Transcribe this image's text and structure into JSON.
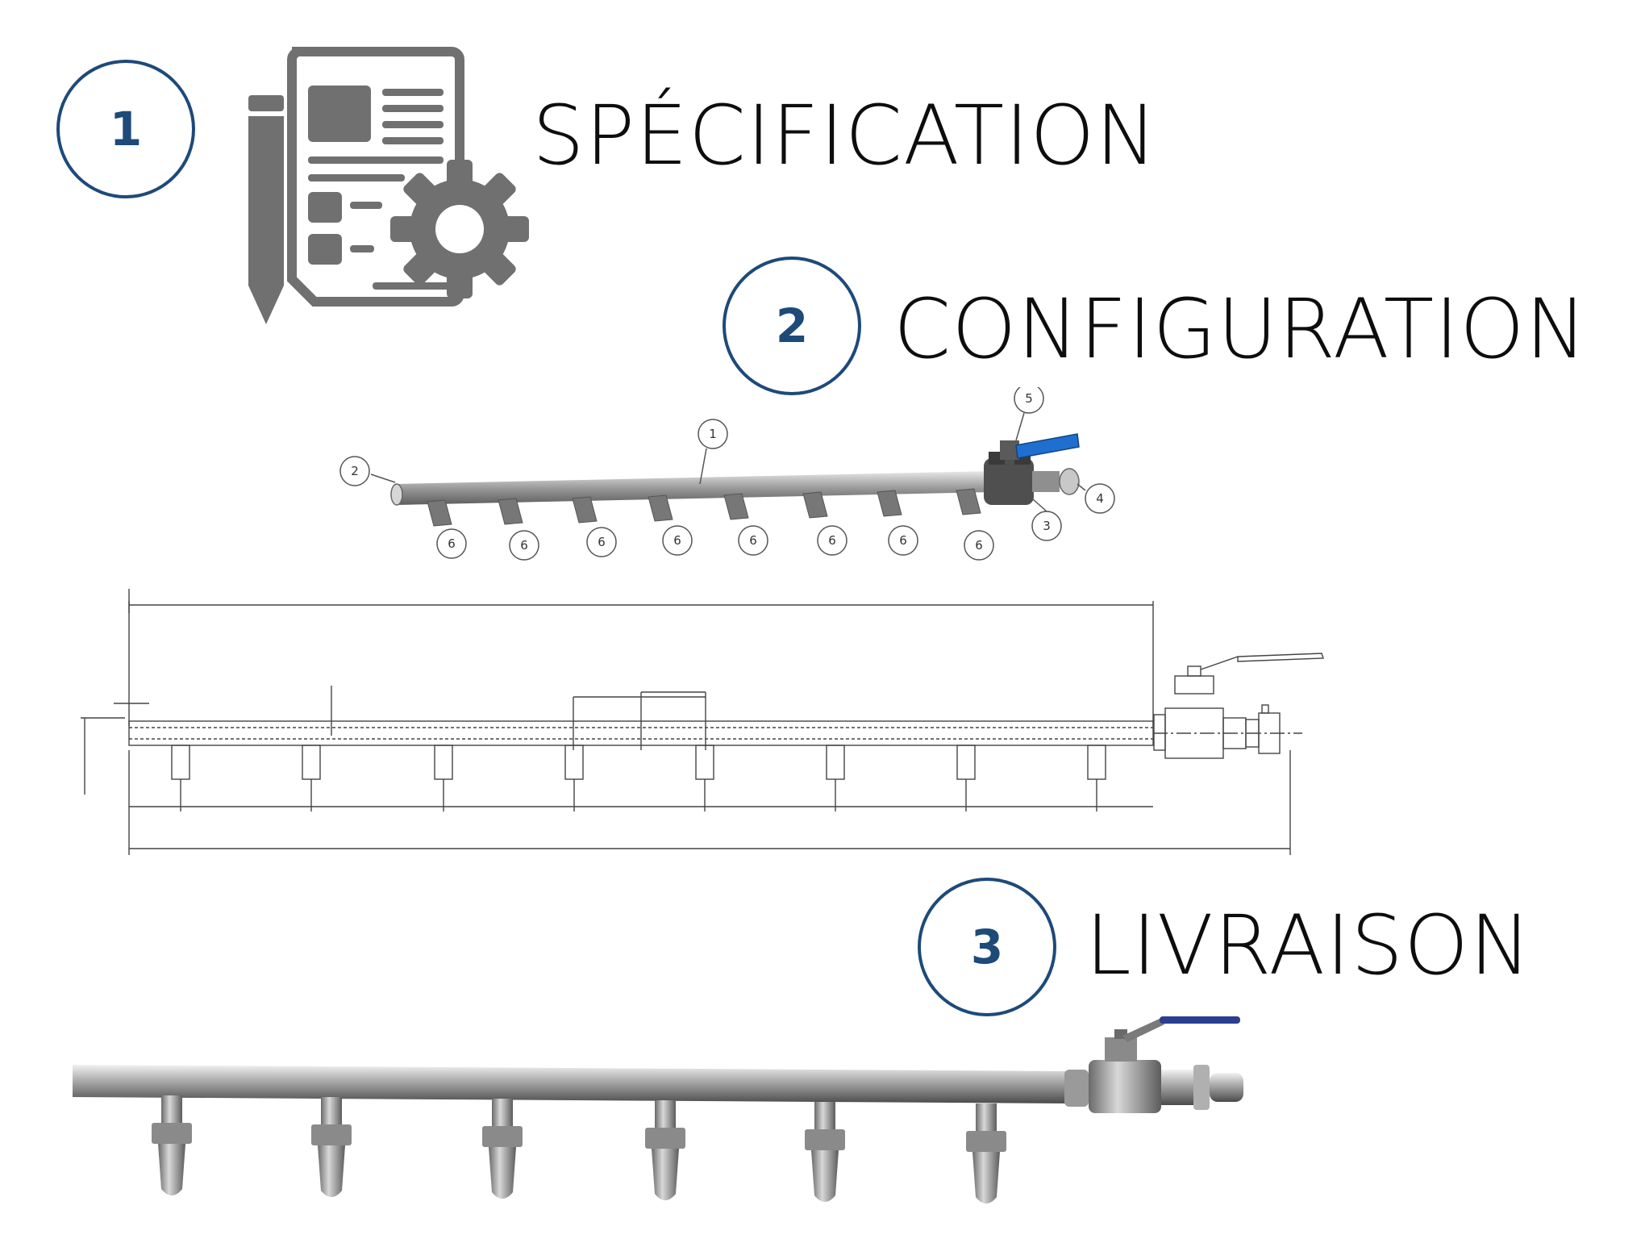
{
  "steps": [
    {
      "number": "1",
      "label": "SPÉCIFICATION"
    },
    {
      "number": "2",
      "label": "CONFIGURATION"
    },
    {
      "number": "3",
      "label": "LIVRAISON"
    }
  ],
  "iso_callouts": {
    "pipe": "1",
    "end_cap": "2",
    "valve_body": "3",
    "coupling": "4",
    "handle": "5",
    "outlet": "6"
  },
  "icons": {
    "spec": "document-gear-pencil-icon"
  },
  "colors": {
    "accent": "#1d4a79",
    "icon_gray": "#707070",
    "handle_blue": "#1f6fd1"
  }
}
